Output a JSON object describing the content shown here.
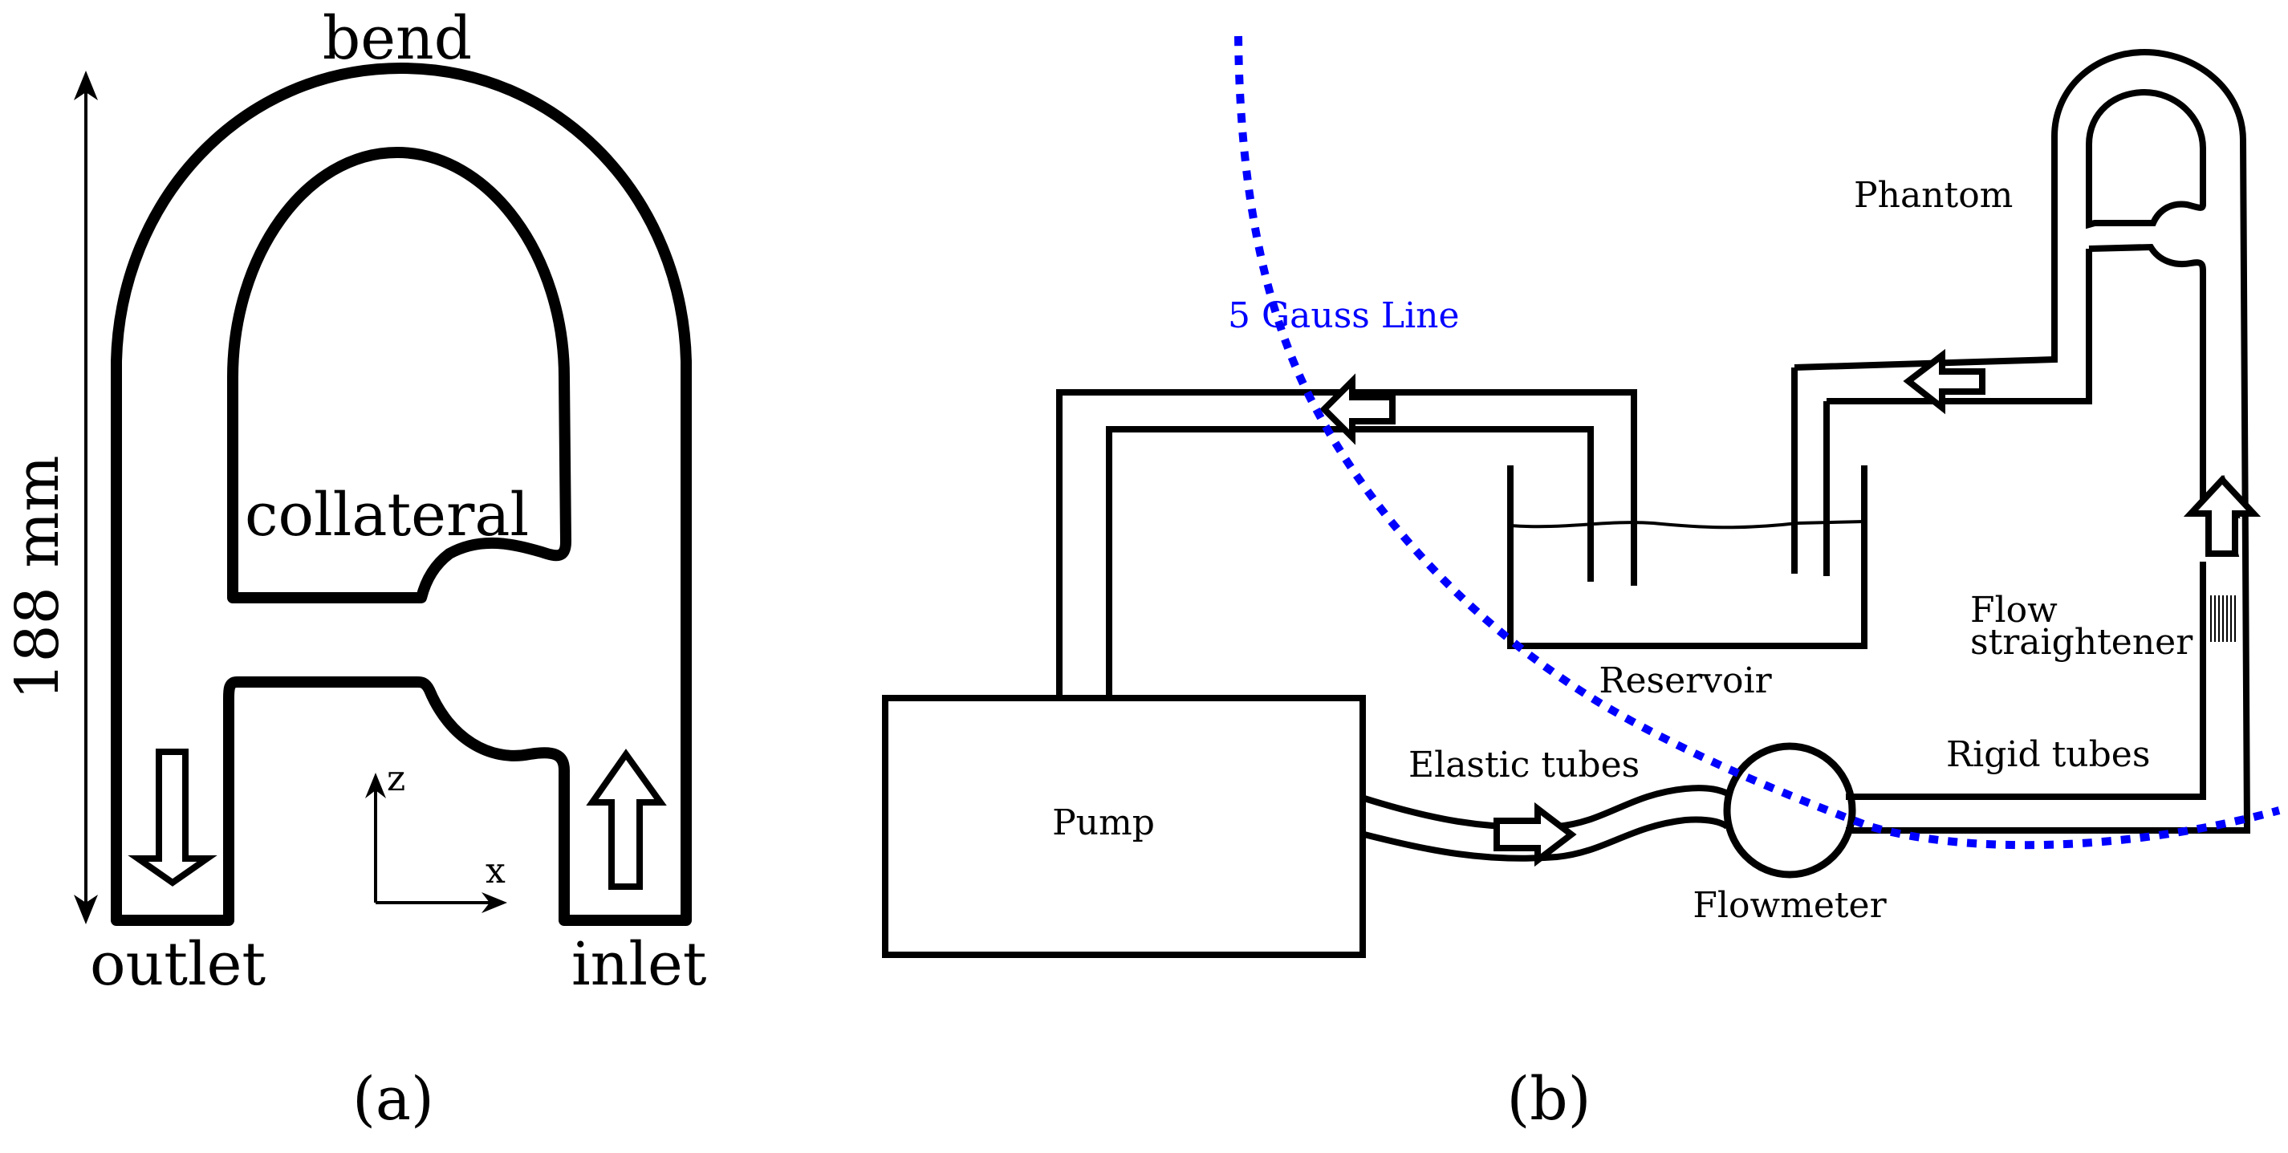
{
  "figure": {
    "panel_a": {
      "caption": "(a)",
      "labels": {
        "bend": "bend",
        "collateral": "collateral",
        "outlet": "outlet",
        "inlet": "inlet",
        "length": "188 mm",
        "axis_z": "z",
        "axis_x": "x"
      }
    },
    "panel_b": {
      "caption": "(b)",
      "labels": {
        "gauss_line": "5 Gauss Line",
        "phantom": "Phantom",
        "reservoir": "Reservoir",
        "pump": "Pump",
        "elastic_tubes": "Elastic tubes",
        "flowmeter": "Flowmeter",
        "rigid_tubes": "Rigid tubes",
        "flow_straightener_line1": "Flow",
        "flow_straightener_line2": "straightener"
      },
      "colors": {
        "gauss_line": "#0000ff"
      }
    }
  }
}
